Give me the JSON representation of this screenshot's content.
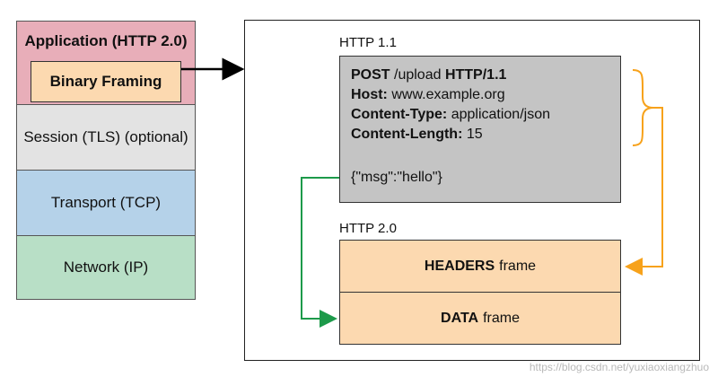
{
  "stack": {
    "application": "Application (HTTP 2.0)",
    "binary_framing": "Binary Framing",
    "session": "Session (TLS) (optional)",
    "transport": "Transport (TCP)",
    "network": "Network (IP)"
  },
  "http11": {
    "label": "HTTP 1.1",
    "request_method": "POST",
    "request_path": " /upload ",
    "request_version": "HTTP/1.1",
    "host_key": "Host:",
    "host_val": " www.example.org",
    "ctype_key": "Content-Type:",
    "ctype_val": " application/json",
    "clen_key": "Content-Length:",
    "clen_val": " 15",
    "body": "{\"msg\":\"hello\"}"
  },
  "http2": {
    "label": "HTTP 2.0",
    "headers_strong": "HEADERS",
    "headers_rest": "frame",
    "data_strong": "DATA",
    "data_rest": "frame"
  },
  "colors": {
    "application": "#e8aeb9",
    "binary_framing": "#fcd9b0",
    "session": "#e3e3e3",
    "transport": "#b5d2e9",
    "network": "#b8dfc6",
    "request": "#c4c4c4",
    "frames": "#fcd9b0",
    "orange_arrow": "#f7a21b",
    "green_arrow": "#1d9a4a"
  },
  "watermark": "https://blog.csdn.net/yuxiaoxiangzhuo"
}
